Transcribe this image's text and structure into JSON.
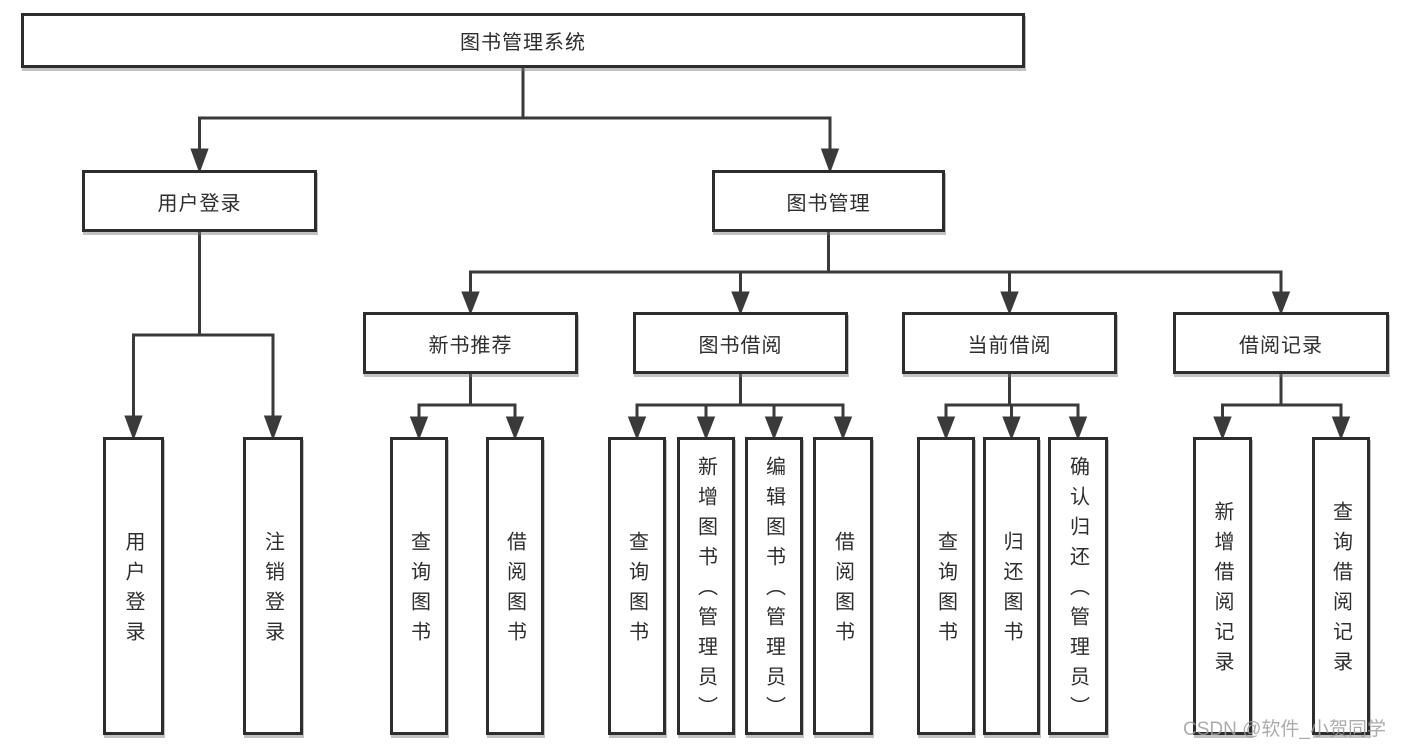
{
  "nodes": {
    "root": "图书管理系统",
    "user_login": "用户登录",
    "book_management": "图书管理",
    "new_book_recommend": "新书推荐",
    "book_borrow": "图书借阅",
    "current_borrow": "当前借阅",
    "borrow_records": "借阅记录",
    "leaf_user_login": "用户登录",
    "leaf_logout_login": "注销登录",
    "nb_query_books": "查询图书",
    "nb_borrow_books": "借阅图书",
    "bb_query_books": "查询图书",
    "bb_add_books_admin": "新增图书（管理员）",
    "bb_edit_books_admin": "编辑图书（管理员）",
    "bb_borrow_books": "借阅图书",
    "cb_query_books": "查询图书",
    "cb_return_books": "归还图书",
    "cb_confirm_return_admin": "确认归还（管理员）",
    "br_add_borrow_record": "新增借阅记录",
    "br_query_borrow_record": "查询借阅记录"
  },
  "watermark": "CSDN @软件_小贺同学",
  "colors": {
    "line": "#3a3a3a",
    "box_border": "#2d2d2d",
    "text": "#2d2d2d",
    "watermark": "#9e9e9e",
    "background": "#ffffff"
  }
}
